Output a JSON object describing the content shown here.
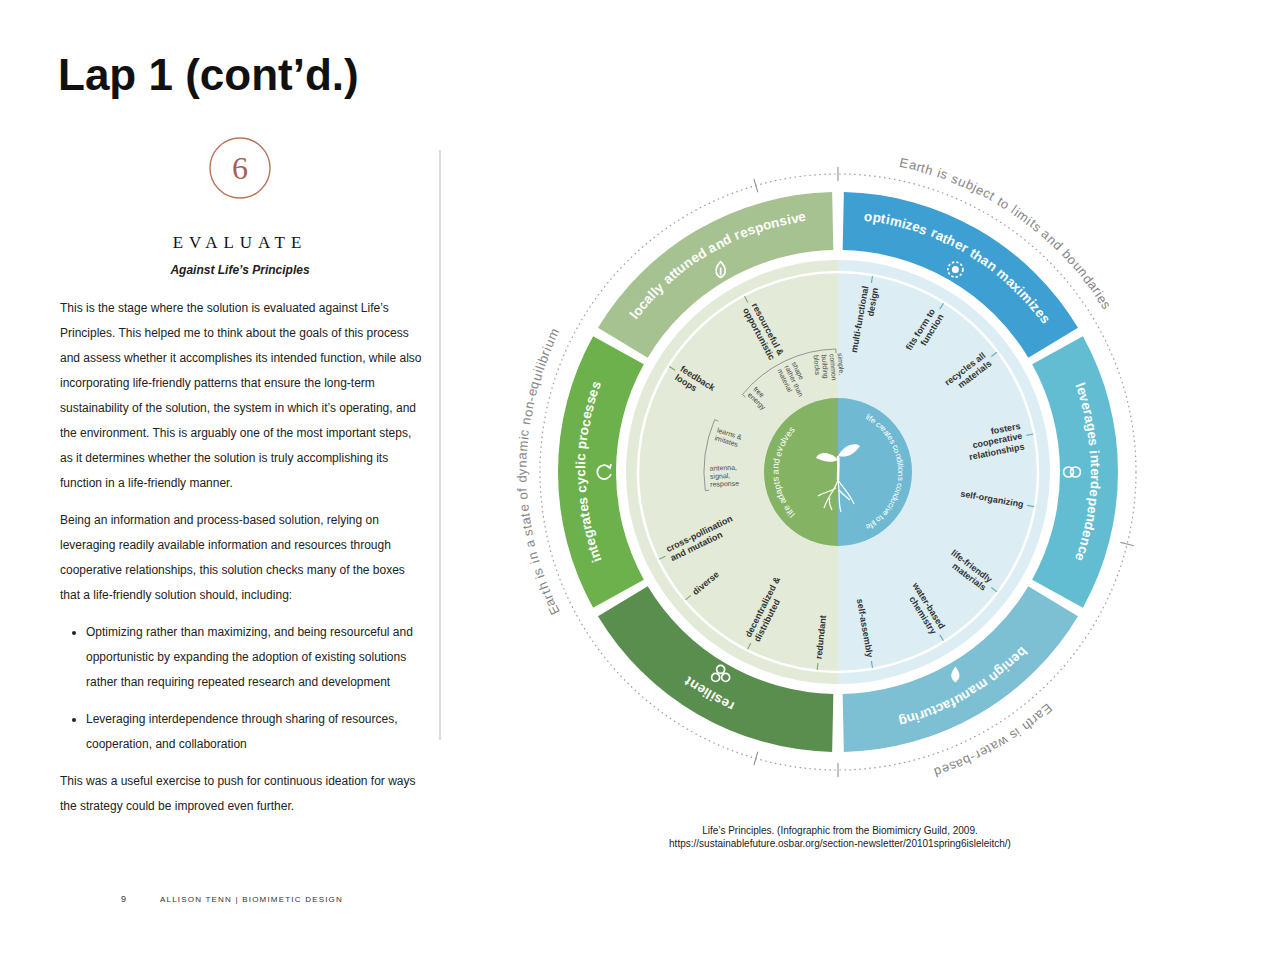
{
  "diagram": {
    "title": "Lap 1 (cont’d.)",
    "caption": "Life’s Principles. (Infographic from the Biomimicry Guild, 2009. https://sustainablefuture.osbar.org/section-newsletter/20101spring6isleleitch/)",
    "nodes": [
      {
        "text": [
          "6"
        ]
      },
      {
        "text": [
          "locally attuned and responsive"
        ]
      },
      {
        "text": [
          "optimizes rather than maximizes"
        ]
      },
      {
        "text": [
          "leverages interdependence"
        ]
      },
      {
        "text": [
          "benign manufacturing"
        ]
      },
      {
        "text": [
          "resilient"
        ]
      },
      {
        "text": [
          "integrates cyclic processes"
        ]
      },
      {
        "text": [
          "life adapts and evolves",
          "life creates conditions conducive to life"
        ]
      }
    ],
    "labels": [
      "EVALUATE",
      "Against Life’s Principles",
      "This is the stage where the solution is evaluated against Life’s Principles. This helped me to think about the goals of this process and assess whether it accomplishes its intended function, while also incorporating life-friendly patterns that ensure the long-term sustainability of the solution, the system in which it’s operating, and the environment. This is arguably one of the most important steps, as it determines whether the solution is truly accomplishing its function in a life-friendly manner.",
      "Being an information and process-based solution, relying on leveraging readily available information and resources through cooperative relationships, this solution checks many of the boxes that a life-friendly solution should, including:",
      "Optimizing rather than maximizing, and being resourceful and opportunistic by expanding the adoption of existing solutions rather than requiring repeated research and development",
      "Leveraging interdependence through sharing of resources, cooperation, and collaboration",
      "This was a useful exercise to push for continuous ideation for ways the strategy could be improved even further.",
      "resourceful & opportunistic",
      "simple, common building blocks",
      "shape rather than material",
      "free energy",
      "feedback loops",
      "learns & imitates",
      "antenna, signal, response",
      "cross-pollination and mutation",
      "diverse",
      "decentralized & distributed",
      "redundant",
      "multi-functional design",
      "fits form to function",
      "recycles all materials",
      "fosters cooperative relationships",
      "self-organizing",
      "life-friendly materials",
      "water-based chemistry",
      "self-assembly",
      "Earth is subject to limits and boundaries",
      "Earth is in a state of dynamic non-equilibrium",
      "Earth is water-based",
      "9",
      "ALLISON TENN | BIOMIMETIC DESIGN"
    ]
  }
}
